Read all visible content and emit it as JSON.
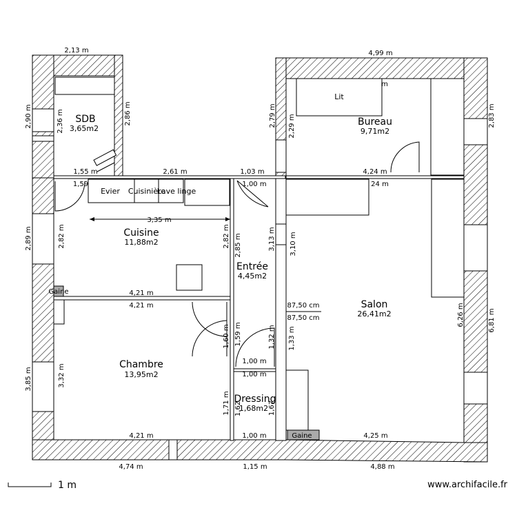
{
  "rooms": {
    "sdb": {
      "name": "SDB",
      "area": "3,65m2"
    },
    "bureau": {
      "name": "Bureau",
      "area": "9,71m2"
    },
    "cuisine": {
      "name": "Cuisine",
      "area": "11,88m2"
    },
    "entree": {
      "name": "Entrée",
      "area": "4,45m2"
    },
    "salon": {
      "name": "Salon",
      "area": "26,41m2"
    },
    "chambre": {
      "name": "Chambre",
      "area": "13,95m2"
    },
    "dressing": {
      "name": "Dressing",
      "area": "1,68m2"
    }
  },
  "fixtures": {
    "lit": "Lit",
    "evier": "Evier",
    "cuisiniere": "Cuisinière",
    "lave_linge": "Lave linge",
    "gaine_left": "Gaine",
    "gaine_salon": "Gaine"
  },
  "dims": {
    "top_left": "2,13 m",
    "top_right": "4,99 m",
    "sdb_outer_left": "2,90 m",
    "sdb_inner_left": "2,36 m",
    "sdb_inner_right": "2,86 m",
    "bureau_outer_left": "2,79 m",
    "bureau_inner_left": "2,29 m",
    "bureau_outer_right": "2,83 m",
    "bureau_m": "m",
    "sdb_bottom": "1,55 m",
    "mid_261": "2,61 m",
    "mid_103": "1,03 m",
    "bureau_bottom": "4,24 m",
    "kitchen_159": "1,59",
    "entree_top": "1,00 m",
    "salon_top": "24 m",
    "cuisine_width": "3,35 m",
    "cuisine_outer_left": "2,89 m",
    "cuisine_inner_left": "2,82 m",
    "cuisine_inner_right": "2,82 m",
    "entree_left": "2,85 m",
    "entree_right": "3,13 m",
    "salon_left": "3,10 m",
    "cuisine_bottom_a": "4,21 m",
    "cuisine_bottom_b": "4,21 m",
    "salon_875_a": "87,50 cm",
    "salon_875_b": "87,50 cm",
    "salon_right_inner": "6,26 m",
    "salon_right_outer": "6,81 m",
    "entree_160": "1,60 m",
    "entree_159": "1,59 m",
    "entree_132": "1,32 m",
    "salon_133": "1,33 m",
    "entree_bottom_a": "1,00 m",
    "entree_bottom_b": "1,00 m",
    "chambre_outer_left": "3,85 m",
    "chambre_inner_left": "3,32 m",
    "dressing_171": "1,71 m",
    "dressing_162": "1,62",
    "dressing_167": "1,67",
    "chambre_bottom": "4,21 m",
    "dressing_bottom": "1,00 m",
    "salon_bottom": "4,25 m",
    "outer_bottom_left": "4,74 m",
    "outer_bottom_mid": "1,15 m",
    "outer_bottom_right": "4,88 m"
  },
  "scale": "1 m",
  "credit": "www.archifacile.fr"
}
